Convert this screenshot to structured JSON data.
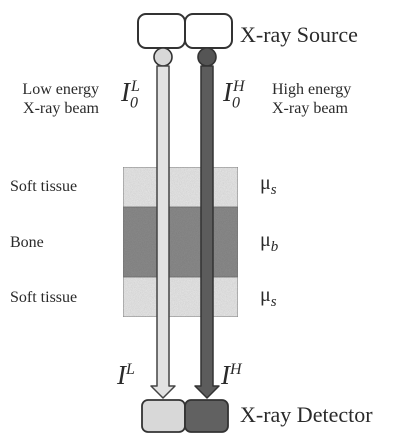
{
  "source": {
    "label": "X-ray Source"
  },
  "detector": {
    "label": "X-ray Detector"
  },
  "beams": {
    "low": {
      "line1": "Low energy",
      "line2": "X-ray beam",
      "symbol_base": "I",
      "symbol_sub": "0",
      "symbol_sup": "L",
      "out_base": "I",
      "out_sup": "L"
    },
    "high": {
      "line1": "High energy",
      "line2": "X-ray beam",
      "symbol_base": "I",
      "symbol_sub": "0",
      "symbol_sup": "H",
      "out_base": "I",
      "out_sup": "H"
    }
  },
  "layers": [
    {
      "label": "Soft tissue",
      "mu": "μ",
      "mu_sub": "s"
    },
    {
      "label": "Bone",
      "mu": "μ",
      "mu_sub": "b"
    },
    {
      "label": "Soft tissue",
      "mu": "μ",
      "mu_sub": "s"
    }
  ],
  "colors": {
    "low_beam": "#e2e2e2",
    "high_beam": "#5c5c5c",
    "soft_tissue": "#ececec",
    "bone": "#8e8e8e",
    "outline": "#333333"
  }
}
